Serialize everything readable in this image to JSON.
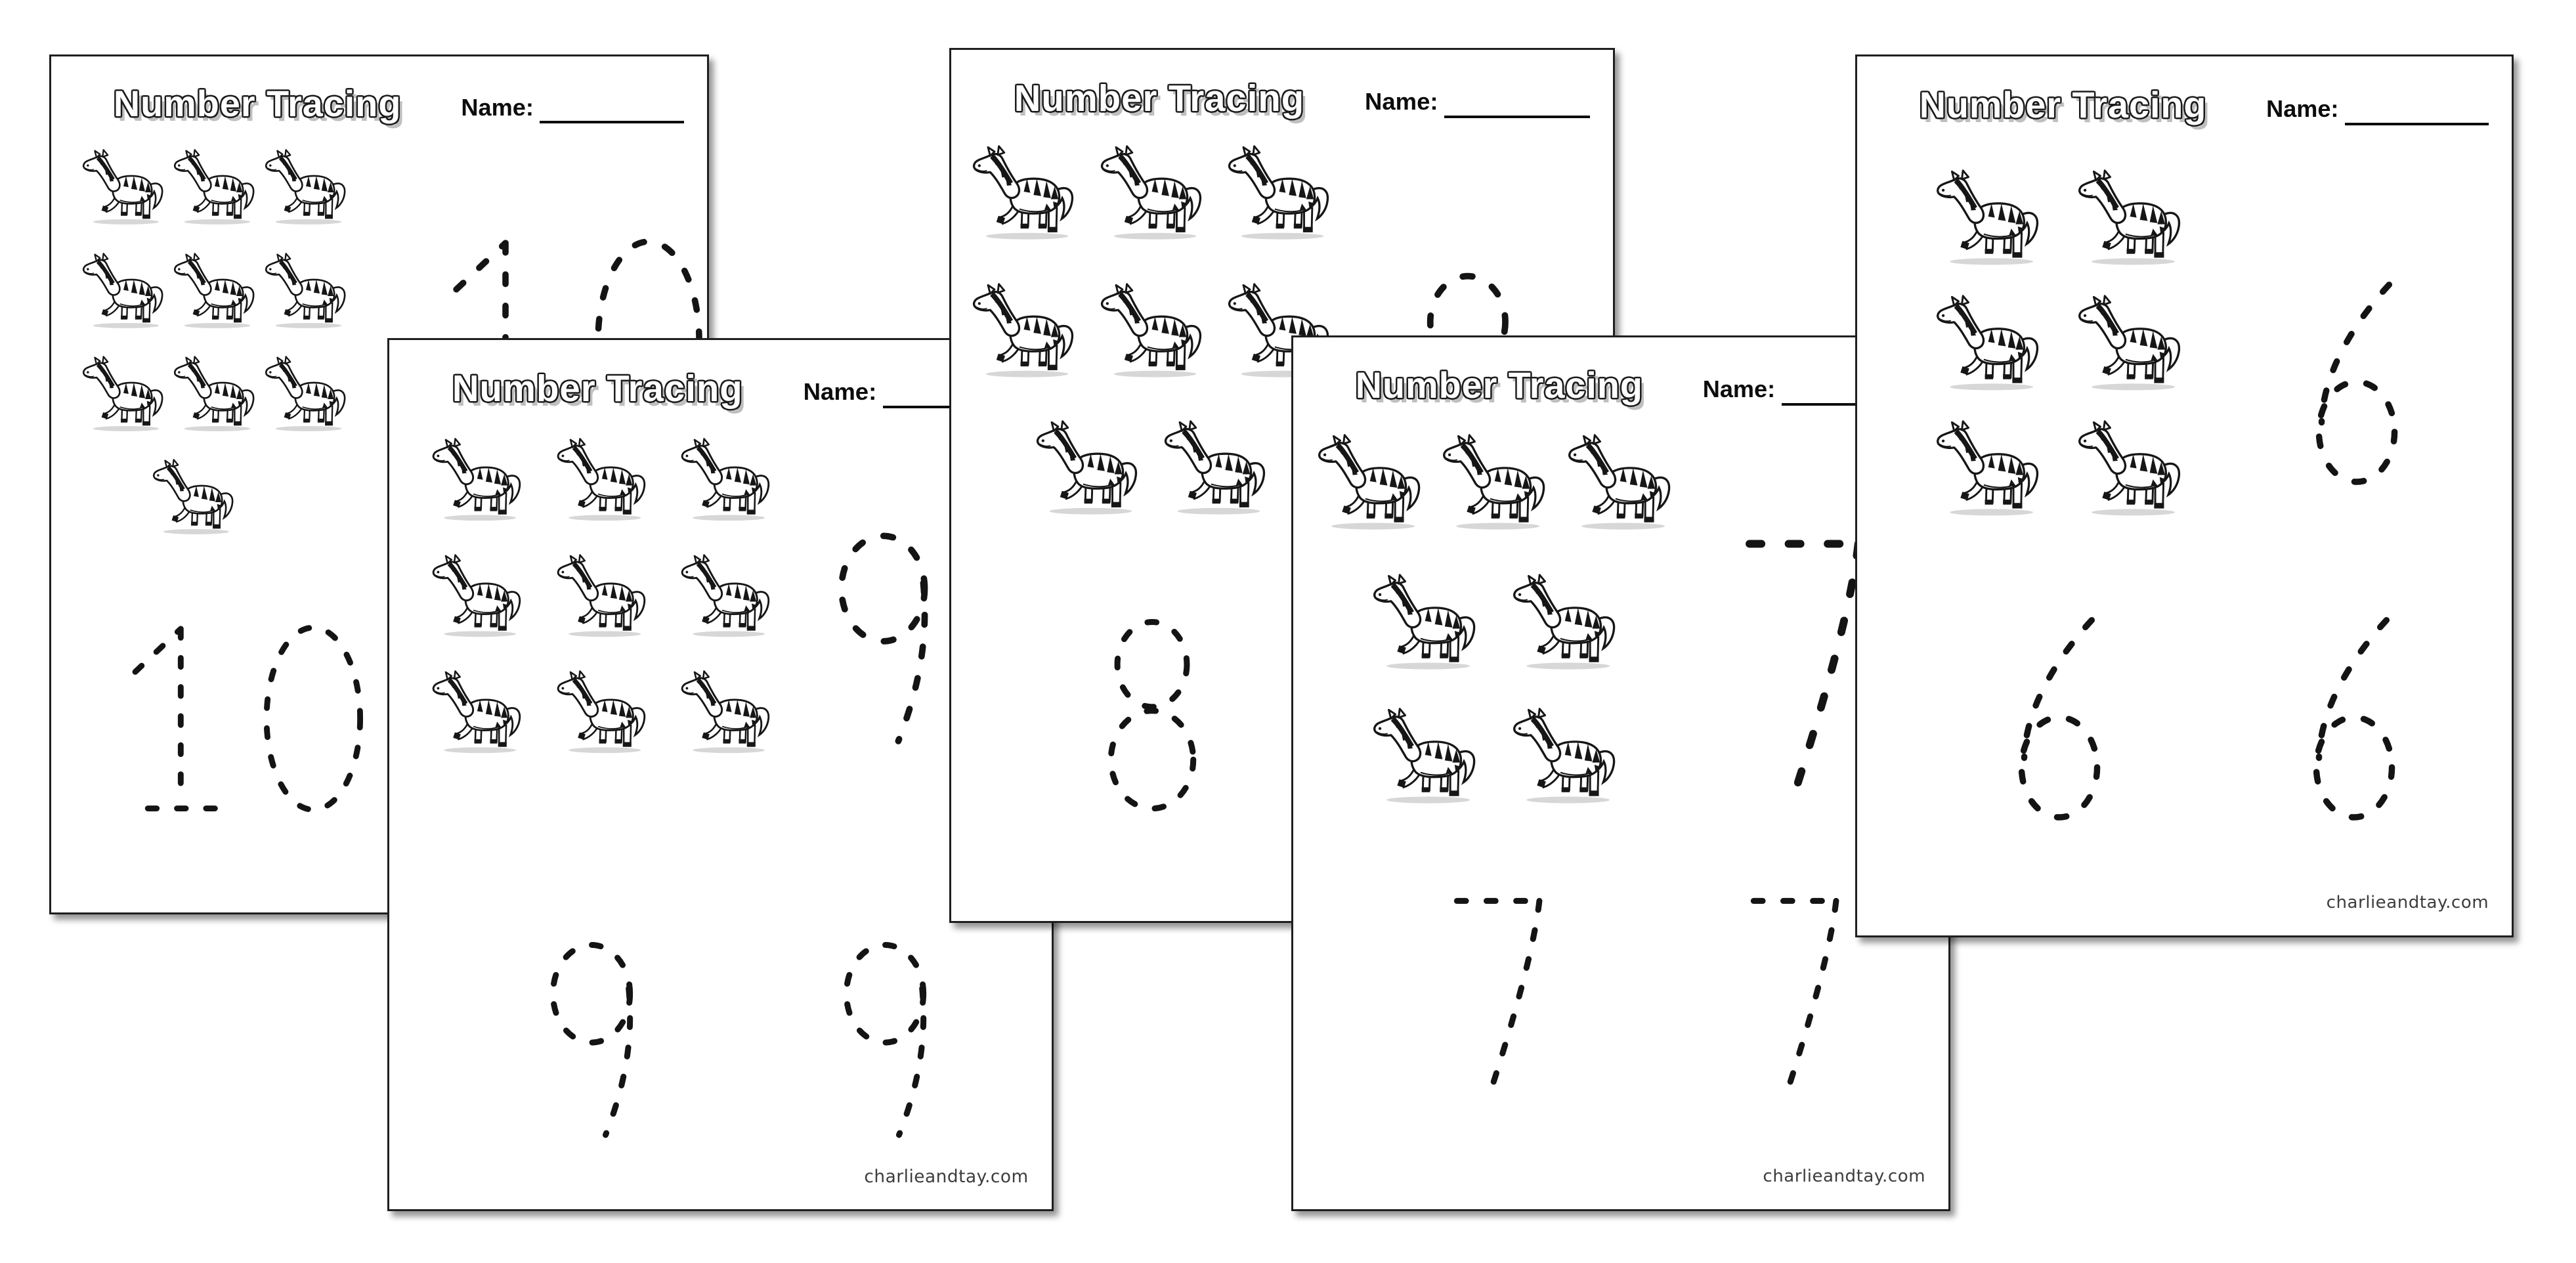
{
  "canvas_background": "#ffffff",
  "ink_color": "#1a1a1a",
  "worksheet": {
    "title": "Number Tracing",
    "name_label": "Name:",
    "footer": "charlieandtay.com",
    "animal_icon": "zebra-icon",
    "trace_slots": [
      "middle-right",
      "bottom-left",
      "bottom-right"
    ]
  },
  "pages": [
    {
      "number": "10",
      "zebra_count": 10,
      "zebra_rows": [
        3,
        3,
        3,
        1
      ]
    },
    {
      "number": "9",
      "zebra_count": 9,
      "zebra_rows": [
        3,
        3,
        3
      ]
    },
    {
      "number": "8",
      "zebra_count": 8,
      "zebra_rows": [
        3,
        3,
        2
      ]
    },
    {
      "number": "7",
      "zebra_count": 7,
      "zebra_rows": [
        3,
        2,
        2
      ]
    },
    {
      "number": "6",
      "zebra_count": 6,
      "zebra_rows": [
        2,
        2,
        2
      ]
    }
  ]
}
